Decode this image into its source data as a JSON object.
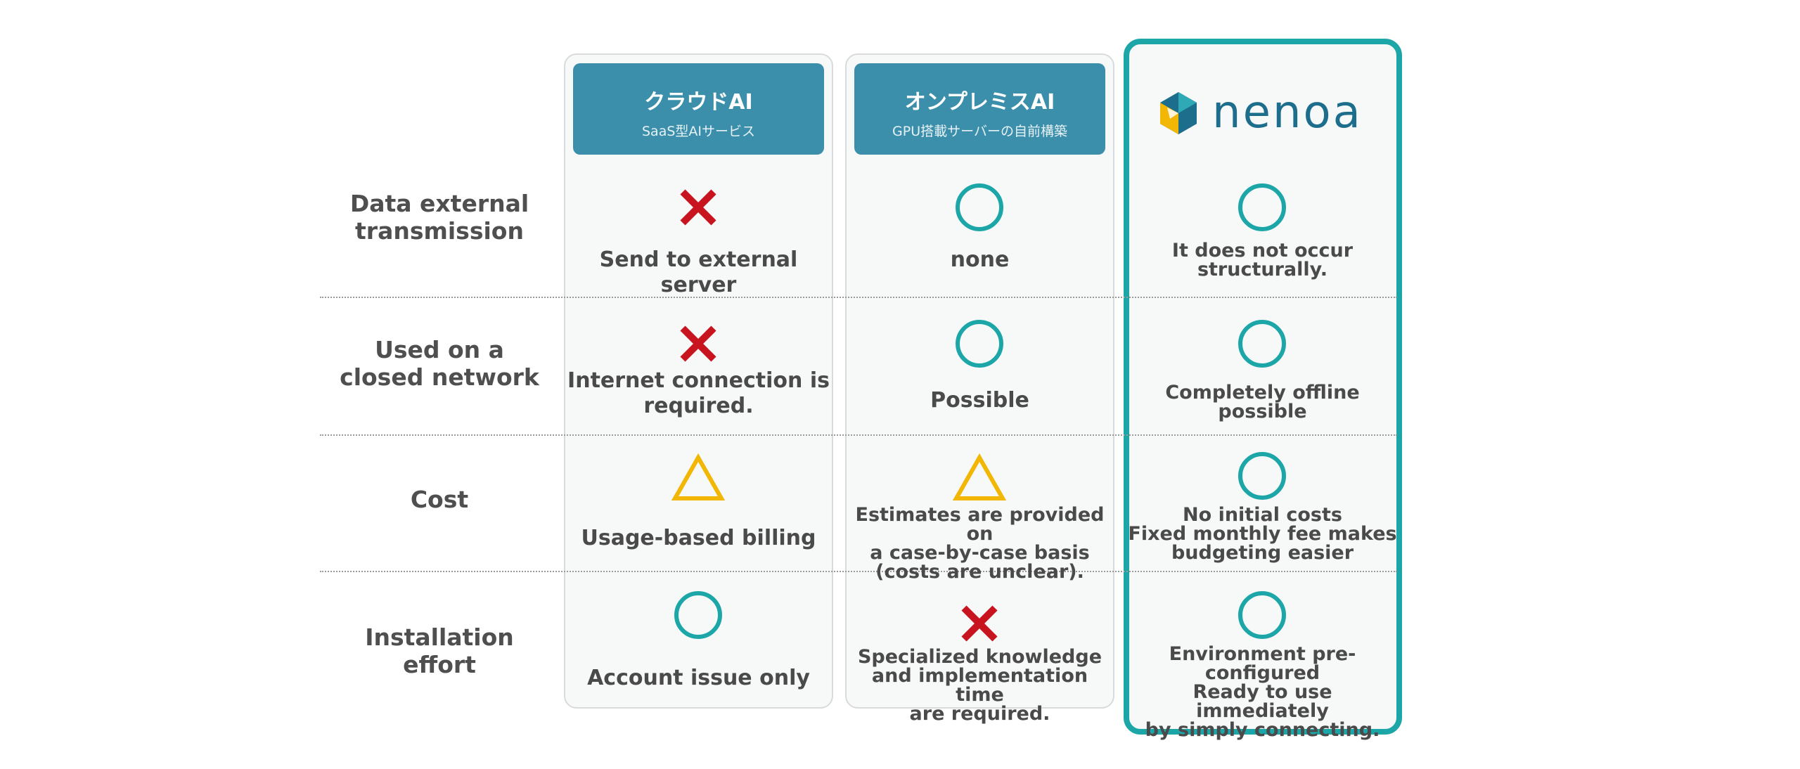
{
  "columns": {
    "cloud": {
      "title": "クラウドAI",
      "subtitle": "SaaS型AIサービス"
    },
    "onprem": {
      "title": "オンプレミスAI",
      "subtitle": "GPU搭載サーバーの自前構築"
    },
    "nenoa": {
      "logo_text": "nenoa"
    }
  },
  "rows": [
    {
      "label": [
        "Data external",
        "transmission"
      ],
      "cloud": {
        "symbol": "cross",
        "text": [
          "Send to external server"
        ]
      },
      "onprem": {
        "symbol": "circle",
        "text": [
          "none"
        ]
      },
      "nenoa": {
        "symbol": "circle",
        "text": [
          "It does not occur",
          "structurally."
        ]
      }
    },
    {
      "label": [
        "Used on a",
        "closed network"
      ],
      "cloud": {
        "symbol": "cross",
        "text": [
          "Internet connection is",
          "required."
        ]
      },
      "onprem": {
        "symbol": "circle",
        "text": [
          "Possible"
        ]
      },
      "nenoa": {
        "symbol": "circle",
        "text": [
          "Completely offline",
          "possible"
        ]
      }
    },
    {
      "label": [
        "Cost"
      ],
      "cloud": {
        "symbol": "triangle",
        "text": [
          "Usage-based billing"
        ]
      },
      "onprem": {
        "symbol": "triangle",
        "text": [
          "Estimates are provided on",
          "a case-by-case basis",
          "(costs are unclear)."
        ]
      },
      "nenoa": {
        "symbol": "circle",
        "text": [
          "No initial costs",
          "Fixed monthly fee makes",
          "budgeting easier"
        ]
      }
    },
    {
      "label": [
        "Installation",
        "effort"
      ],
      "cloud": {
        "symbol": "circle",
        "text": [
          "Account issue only"
        ]
      },
      "onprem": {
        "symbol": "cross",
        "text": [
          "Specialized knowledge",
          "and implementation time",
          "are required."
        ]
      },
      "nenoa": {
        "symbol": "circle",
        "text": [
          "Environment pre-",
          "configured",
          "Ready to use immediately",
          "by simply connecting."
        ]
      }
    }
  ],
  "colors": {
    "teal": "#1da6a8",
    "header": "#3b8fab",
    "cross": "#c8141e",
    "triangle": "#f2b705",
    "logo_text": "#1d6e8c"
  }
}
